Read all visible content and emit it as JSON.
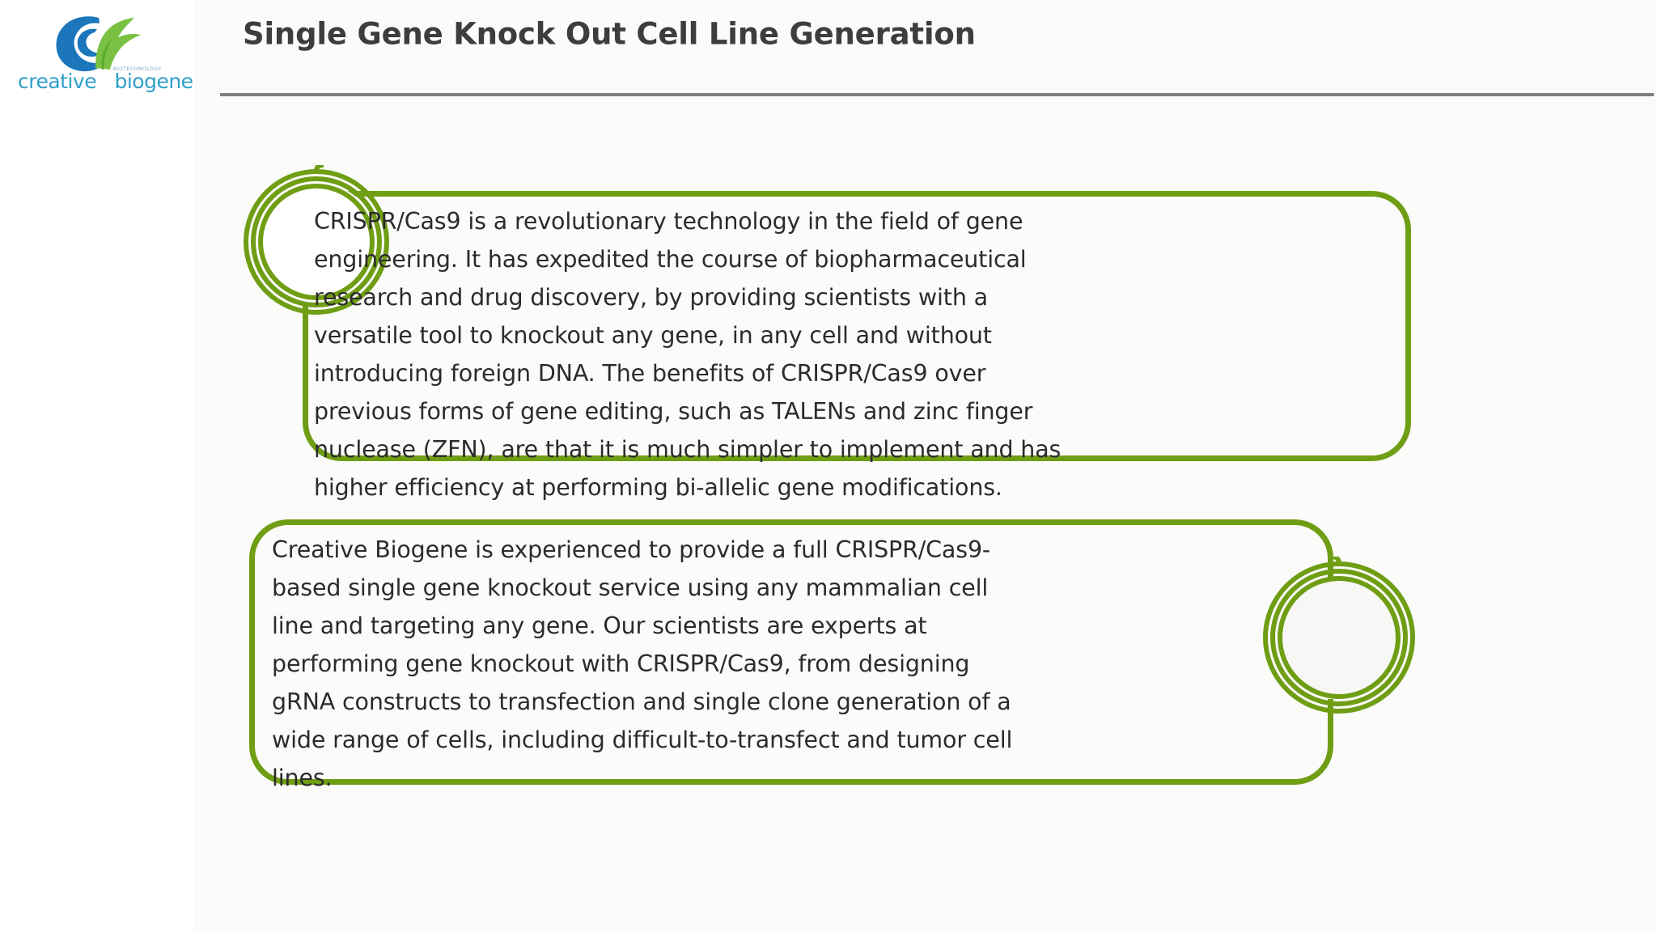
{
  "slide": {
    "title": "Single Gene Knock Out Cell Line Generation",
    "background_color": "#ffffff",
    "panel_color": "#fbfbfa",
    "rule_color": "#808080",
    "accent_green": "#6f9e14",
    "title_color": "#3d3d3d",
    "body_text_color": "#2b2b2b"
  },
  "logo": {
    "wordmark_creative": "creative",
    "wordmark_biogene": "biogene",
    "tagline": "BIOTECHNOLOGY",
    "mark_name": "creative-biogene-cg-mark",
    "mark_blue": "#1b76bc",
    "mark_green": "#7ac143",
    "wordmark_color": "#2f9fc9"
  },
  "callouts": [
    {
      "id": "callout-1",
      "circle_position": "left",
      "circle_fill": "#ffffff",
      "ring_count": 3,
      "text": "CRISPR/Cas9 is a revolutionary technology in the field of gene engineering. It has expedited the course of biopharmaceutical research and drug discovery, by providing scientists with a versatile tool to knockout any gene, in any cell and without introducing foreign DNA. The benefits of CRISPR/Cas9 over previous forms of gene editing, such as TALENs and zinc finger nuclease (ZFN), are that it is much simpler to implement and has higher efficiency at performing bi-allelic gene modifications."
    },
    {
      "id": "callout-2",
      "circle_position": "right",
      "circle_fill": "#f7f7f5",
      "ring_count": 3,
      "text": "Creative Biogene is experienced to provide a full CRISPR/Cas9-based single gene knockout service using any mammalian cell line and targeting any gene. Our scientists are experts at performing gene knockout with CRISPR/Cas9, from designing gRNA constructs to transfection and single clone generation of a wide range of cells, including difficult-to-transfect and tumor cell lines."
    }
  ]
}
